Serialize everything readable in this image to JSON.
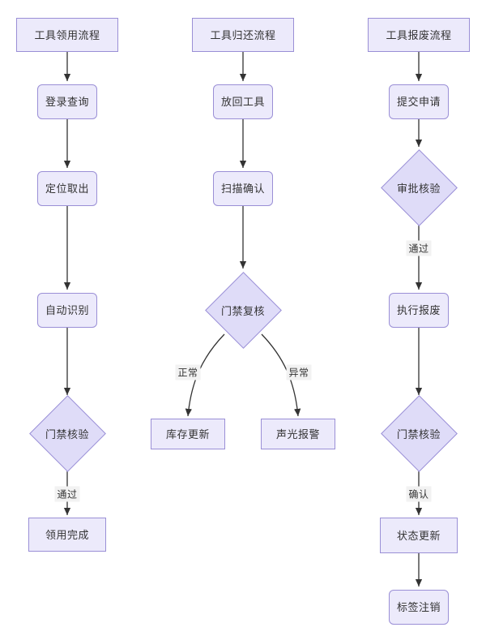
{
  "diagram": {
    "title": "",
    "type": "flowchart",
    "colors": {
      "node_fill": "#ECEAFB",
      "decision_fill": "#DFDCF8",
      "node_border": "#9A8FD6",
      "edge_stroke": "#333333",
      "text": "#333333",
      "edge_label_bg": "#F2F2F2",
      "background": "#FFFFFF"
    },
    "lanes": [
      {
        "id": "lane-checkout",
        "title": "工具领用流程",
        "nodes": [
          {
            "id": "c1",
            "label": "工具领用流程",
            "shape": "rect"
          },
          {
            "id": "c2",
            "label": "登录查询",
            "shape": "round-rect"
          },
          {
            "id": "c3",
            "label": "定位取出",
            "shape": "round-rect"
          },
          {
            "id": "c4",
            "label": "自动识别",
            "shape": "round-rect"
          },
          {
            "id": "c5",
            "label": "门禁核验",
            "shape": "diamond"
          },
          {
            "id": "c6",
            "label": "领用完成",
            "shape": "rect"
          }
        ],
        "edges": [
          {
            "from": "c1",
            "to": "c2",
            "label": ""
          },
          {
            "from": "c2",
            "to": "c3",
            "label": ""
          },
          {
            "from": "c3",
            "to": "c4",
            "label": ""
          },
          {
            "from": "c4",
            "to": "c5",
            "label": ""
          },
          {
            "from": "c5",
            "to": "c6",
            "label": "通过"
          }
        ]
      },
      {
        "id": "lane-return",
        "title": "工具归还流程",
        "nodes": [
          {
            "id": "r1",
            "label": "工具归还流程",
            "shape": "rect"
          },
          {
            "id": "r2",
            "label": "放回工具",
            "shape": "round-rect"
          },
          {
            "id": "r3",
            "label": "扫描确认",
            "shape": "round-rect"
          },
          {
            "id": "r4",
            "label": "门禁复核",
            "shape": "diamond"
          },
          {
            "id": "r5",
            "label": "库存更新",
            "shape": "rect"
          },
          {
            "id": "r6",
            "label": "声光报警",
            "shape": "rect"
          }
        ],
        "edges": [
          {
            "from": "r1",
            "to": "r2",
            "label": ""
          },
          {
            "from": "r2",
            "to": "r3",
            "label": ""
          },
          {
            "from": "r3",
            "to": "r4",
            "label": ""
          },
          {
            "from": "r4",
            "to": "r5",
            "label": "正常"
          },
          {
            "from": "r4",
            "to": "r6",
            "label": "异常"
          }
        ]
      },
      {
        "id": "lane-scrap",
        "title": "工具报废流程",
        "nodes": [
          {
            "id": "s1",
            "label": "工具报废流程",
            "shape": "rect"
          },
          {
            "id": "s2",
            "label": "提交申请",
            "shape": "round-rect"
          },
          {
            "id": "s3",
            "label": "审批核验",
            "shape": "diamond"
          },
          {
            "id": "s4",
            "label": "执行报废",
            "shape": "round-rect"
          },
          {
            "id": "s5",
            "label": "门禁核验",
            "shape": "diamond"
          },
          {
            "id": "s6",
            "label": "状态更新",
            "shape": "rect"
          },
          {
            "id": "s7",
            "label": "标签注销",
            "shape": "round-rect"
          }
        ],
        "edges": [
          {
            "from": "s1",
            "to": "s2",
            "label": ""
          },
          {
            "from": "s2",
            "to": "s3",
            "label": ""
          },
          {
            "from": "s3",
            "to": "s4",
            "label": "通过"
          },
          {
            "from": "s4",
            "to": "s5",
            "label": ""
          },
          {
            "from": "s5",
            "to": "s6",
            "label": "确认"
          },
          {
            "from": "s6",
            "to": "s7",
            "label": ""
          }
        ]
      }
    ],
    "edge_labels": {
      "c5_c6": "通过",
      "r4_r5": "正常",
      "r4_r6": "异常",
      "s3_s4": "通过",
      "s5_s6": "确认"
    }
  }
}
